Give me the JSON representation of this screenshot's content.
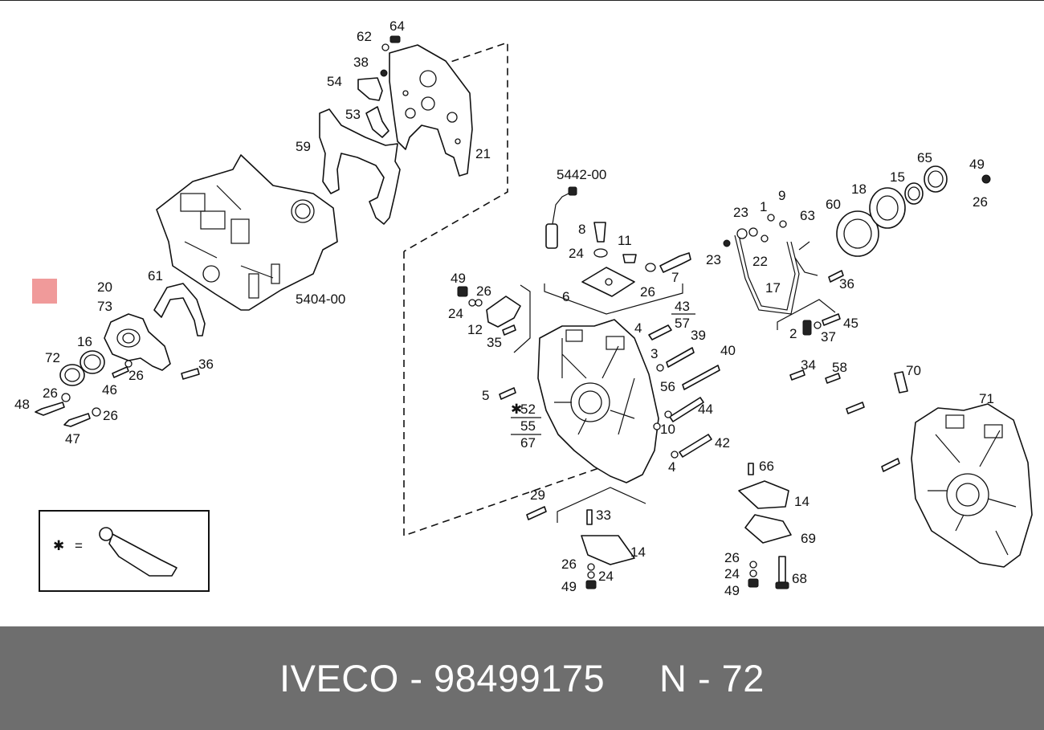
{
  "diagram": {
    "labels": [
      {
        "text": "64"
      },
      {
        "text": "62"
      },
      {
        "text": "38"
      },
      {
        "text": "54"
      },
      {
        "text": "53"
      },
      {
        "text": "59"
      },
      {
        "text": "21"
      },
      {
        "text": "5404-00"
      },
      {
        "text": "61"
      },
      {
        "text": "20"
      },
      {
        "text": "73"
      },
      {
        "text": "16"
      },
      {
        "text": "72"
      },
      {
        "text": "26"
      },
      {
        "text": "46"
      },
      {
        "text": "36"
      },
      {
        "text": "26"
      },
      {
        "text": "48"
      },
      {
        "text": "26"
      },
      {
        "text": "47"
      },
      {
        "text": "5442-00"
      },
      {
        "text": "8"
      },
      {
        "text": "24"
      },
      {
        "text": "11"
      },
      {
        "text": "26"
      },
      {
        "text": "7"
      },
      {
        "text": "6"
      },
      {
        "text": "43"
      },
      {
        "text": "57"
      },
      {
        "text": "49"
      },
      {
        "text": "26"
      },
      {
        "text": "24"
      },
      {
        "text": "12"
      },
      {
        "text": "35"
      },
      {
        "text": "4"
      },
      {
        "text": "39"
      },
      {
        "text": "3"
      },
      {
        "text": "40"
      },
      {
        "text": "5"
      },
      {
        "text": "56"
      },
      {
        "text": "52"
      },
      {
        "text": "44"
      },
      {
        "text": "55"
      },
      {
        "text": "10"
      },
      {
        "text": "67"
      },
      {
        "text": "42"
      },
      {
        "text": "4"
      },
      {
        "text": "29"
      },
      {
        "text": "33"
      },
      {
        "text": "14"
      },
      {
        "text": "26"
      },
      {
        "text": "24"
      },
      {
        "text": "49"
      },
      {
        "text": "66"
      },
      {
        "text": "14"
      },
      {
        "text": "69"
      },
      {
        "text": "26"
      },
      {
        "text": "24"
      },
      {
        "text": "49"
      },
      {
        "text": "68"
      },
      {
        "text": "23"
      },
      {
        "text": "1"
      },
      {
        "text": "9"
      },
      {
        "text": "63"
      },
      {
        "text": "23"
      },
      {
        "text": "22"
      },
      {
        "text": "17"
      },
      {
        "text": "36"
      },
      {
        "text": "2"
      },
      {
        "text": "37"
      },
      {
        "text": "45"
      },
      {
        "text": "34"
      },
      {
        "text": "58"
      },
      {
        "text": "70"
      },
      {
        "text": "71"
      },
      {
        "text": "60"
      },
      {
        "text": "18"
      },
      {
        "text": "15"
      },
      {
        "text": "65"
      },
      {
        "text": "49"
      },
      {
        "text": "26"
      }
    ],
    "legend": {
      "symbol": "✱",
      "equals": "="
    },
    "marker_color": "#f09a9a"
  },
  "footer": {
    "text": "IVECO - 98499175     N - 72",
    "background": "#6e6e6e"
  }
}
